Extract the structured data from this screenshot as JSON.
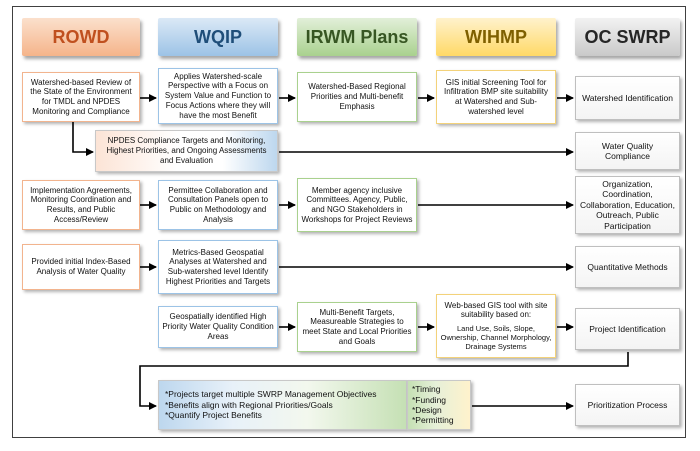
{
  "headers": [
    {
      "label": "ROWD",
      "color": "#f8cbad"
    },
    {
      "label": "WQIP",
      "color": "#bdd7ee"
    },
    {
      "label": "IRWM Plans",
      "color": "#c5e0b4"
    },
    {
      "label": "WIHMP",
      "color": "#ffe699"
    },
    {
      "label": "OC SWRP",
      "color": "#d9d9d9"
    }
  ],
  "rows": {
    "r1": {
      "rowd": "Watershed-based Review of the State of the Environment for TMDL and NPDES Monitoring and Compliance",
      "wqip": "Applies Watershed-scale Perspective with a Focus on System Value and Function to Focus Actions where they will have the most Benefit",
      "irwm": "Watershed-Based Regional Priorities and Multi-benefit Emphasis",
      "wihmp": "GIS initial Screening Tool for Infiltration BMP site suitability at Watershed and Sub-watershed level",
      "swrp": "Watershed Identification"
    },
    "r2": {
      "npdes": "NPDES Compliance Targets and Monitoring, Highest Priorities, and Ongoing Assessments and Evaluation",
      "swrp": "Water Quality Compliance"
    },
    "r3": {
      "rowd": "Implementation Agreements, Monitoring Coordination and Results, and Public Access/Review",
      "wqip": "Permittee Collaboration and Consultation Panels open to Public on Methodology and Analysis",
      "irwm": "Member agency inclusive Committees. Agency, Public, and NGO Stakeholders in Workshops for Project Reviews",
      "swrp": "Organization, Coordination, Collaboration, Education, Outreach, Public Participation"
    },
    "r4": {
      "rowd": "Provided initial Index-Based Analysis of Water Quality",
      "wqip": "Metrics-Based Geospatial Analyses at Watershed and Sub-watershed level Identify Highest Priorities and Targets",
      "swrp": "Quantitative Methods"
    },
    "r5": {
      "wqip": "Geospatially identified High Priority Water Quality Condition Areas",
      "irwm": "Multi-Benefit Targets, Measureable Strategies to meet State and Local Priorities and Goals",
      "wihmp_title": "Web-based GIS tool with site suitability based on:",
      "wihmp_list": "Land Use, Soils, Slope, Ownership, Channel Morphology, Drainage Systems",
      "swrp": "Project Identification"
    },
    "r6": {
      "left_list": "*Projects target multiple SWRP Management Objectives\n*Benefits align with Regional Priorities/Goals\n*Quantify Project Benefits",
      "right_list": "*Timing\n*Funding\n*Design\n*Permitting",
      "swrp": "Prioritization Process"
    }
  }
}
